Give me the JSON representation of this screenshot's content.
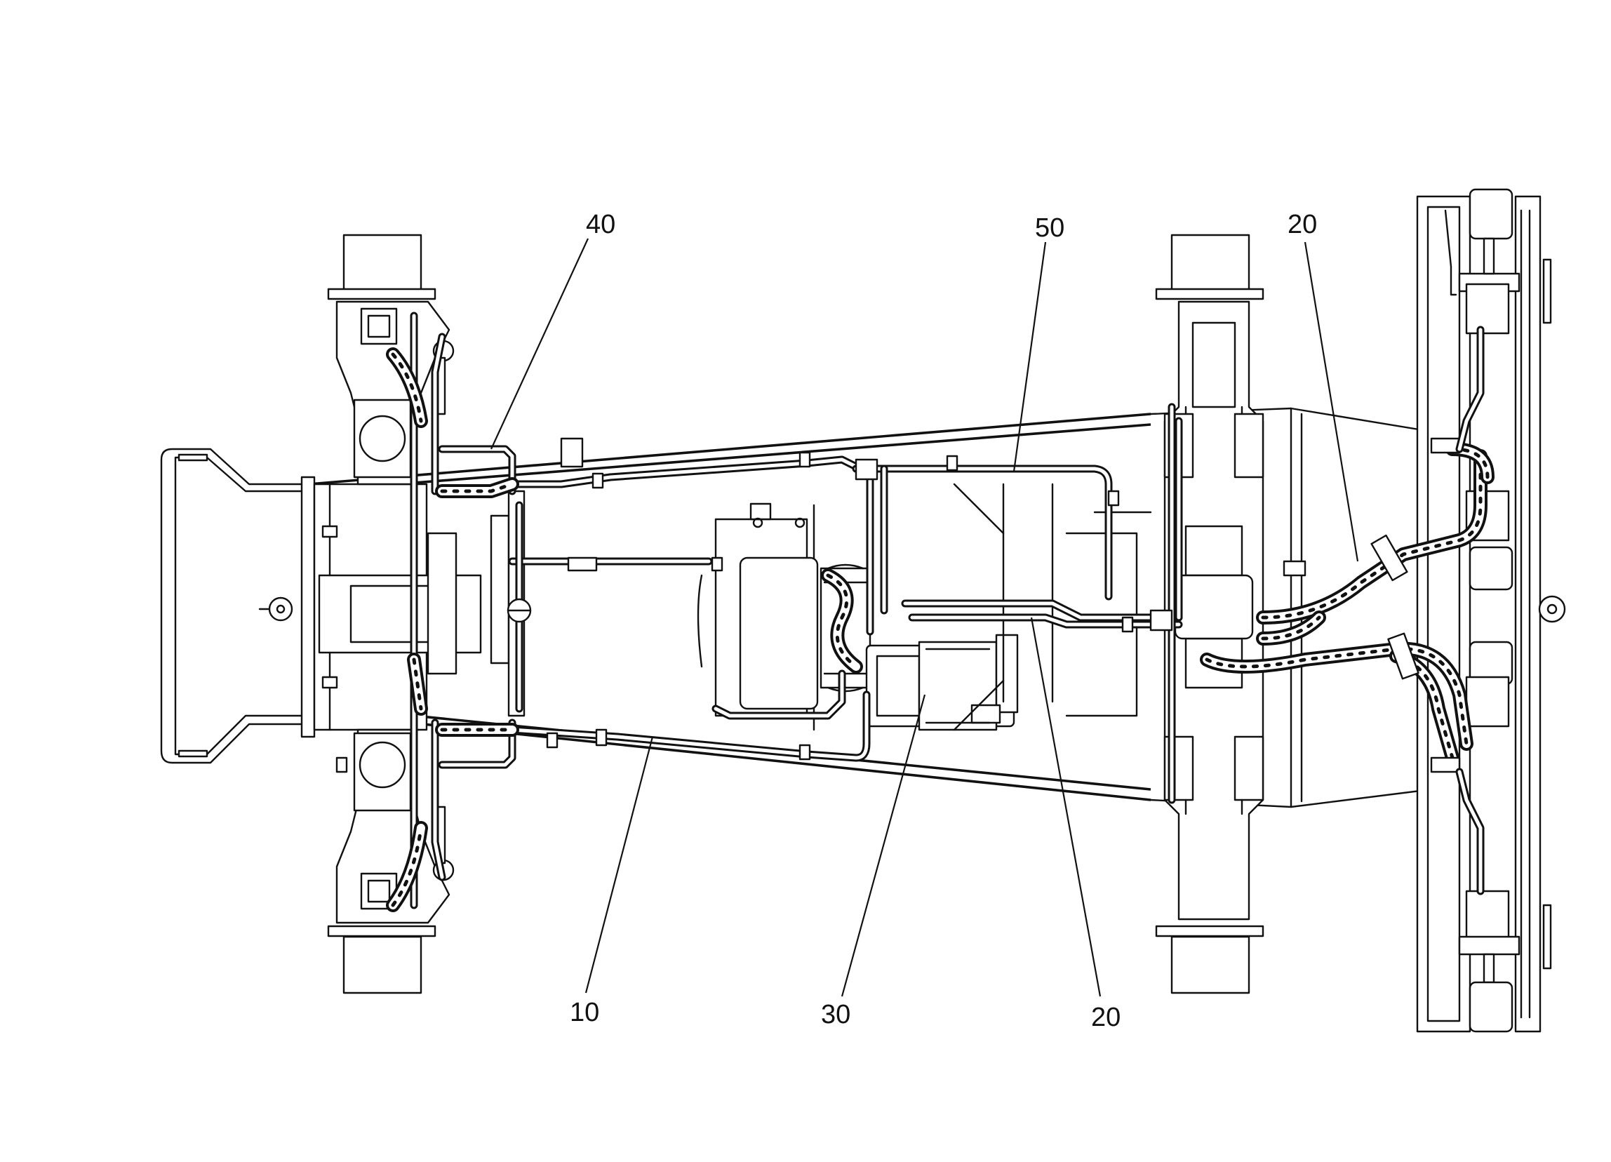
{
  "labels": {
    "ref_40": "40",
    "ref_50": "50",
    "ref_20_top": "20",
    "ref_10": "10",
    "ref_30": "30",
    "ref_20_bottom": "20"
  },
  "colors": {
    "line": "#111111",
    "background": "#ffffff"
  }
}
